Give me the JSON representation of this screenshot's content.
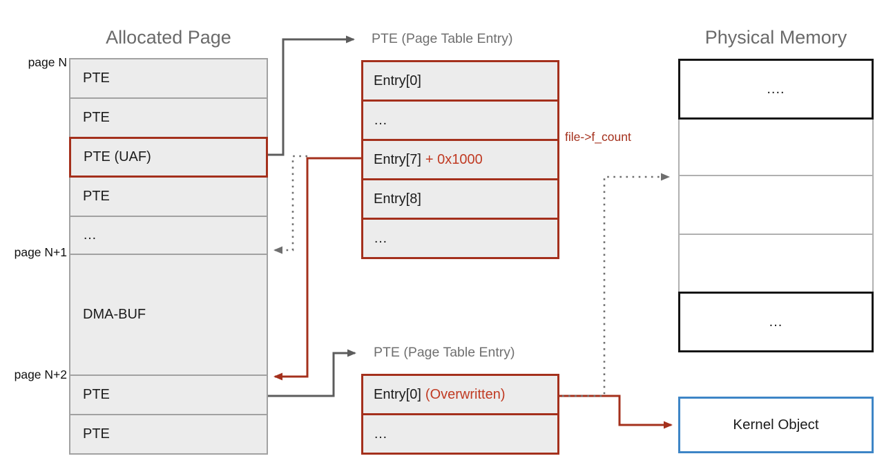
{
  "colors": {
    "dark_red": "#a4301c",
    "bright_red": "#c03a22",
    "gray_heading": "#6a6a6a",
    "blue_border": "#3d85c6",
    "box_fill": "#ececec"
  },
  "allocated_page": {
    "title": "Allocated Page",
    "side_labels": {
      "page_n": "page N",
      "page_n1": "page N+1",
      "page_n2": "page N+2"
    },
    "rows": [
      {
        "label": "PTE"
      },
      {
        "label": "PTE"
      },
      {
        "label": "PTE (UAF)"
      },
      {
        "label": "PTE"
      },
      {
        "label": "…"
      },
      {
        "label": "DMA-BUF"
      },
      {
        "label": "PTE"
      },
      {
        "label": "PTE"
      }
    ]
  },
  "pte_table_top": {
    "title": "PTE (Page Table Entry)",
    "rows": [
      {
        "text": "Entry[0]",
        "suffix": ""
      },
      {
        "text": "…",
        "suffix": ""
      },
      {
        "text": "Entry[7]",
        "suffix": "+ 0x1000"
      },
      {
        "text": "Entry[8]",
        "suffix": ""
      },
      {
        "text": "…",
        "suffix": ""
      }
    ]
  },
  "pte_table_bottom": {
    "title": "PTE (Page Table Entry)",
    "rows": [
      {
        "text": "Entry[0]",
        "suffix": "(Overwritten)"
      },
      {
        "text": "…",
        "suffix": ""
      }
    ]
  },
  "physical_memory": {
    "title": "Physical Memory",
    "cells": [
      "....",
      "",
      "",
      "",
      "..."
    ]
  },
  "kernel_object": {
    "label": "Kernel Object"
  },
  "annotations": {
    "f_count_label": "file->f_count"
  }
}
